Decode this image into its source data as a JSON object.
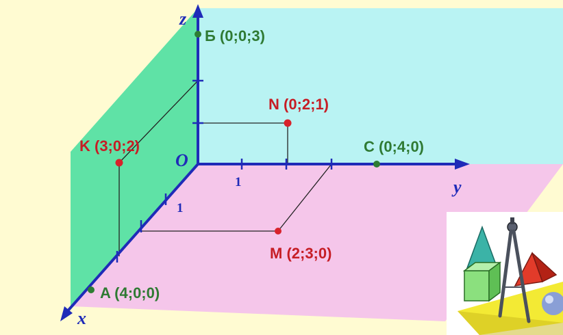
{
  "colors": {
    "background": "#fffbd2",
    "plane_yz": "#b9f3f3",
    "plane_xz": "#5fe2a6",
    "plane_xy": "#f5c6ea",
    "axis": "#1f2bb8",
    "red_point": "#d8222b",
    "green_point": "#2e7d33",
    "label_red": "#c61d25",
    "label_green": "#2f7a33",
    "axis_label": "#1f2bb8"
  },
  "axes": {
    "x_label": "x",
    "y_label": "y",
    "z_label": "z",
    "origin_label": "O",
    "unit_y": "1",
    "unit_x": "1"
  },
  "points": {
    "b": {
      "label": "Б (0;0;3)",
      "color": "green"
    },
    "n": {
      "label": "N (0;2;1)",
      "color": "red"
    },
    "k": {
      "label": "K (3;0;2)",
      "color": "red"
    },
    "c": {
      "label": "C (0;4;0)",
      "color": "green"
    },
    "m": {
      "label": "M (2;3;0)",
      "color": "red"
    },
    "a": {
      "label": "A (4;0;0)",
      "color": "green"
    }
  },
  "clipart": {
    "icon": "geometry-shapes-compass-icon"
  }
}
